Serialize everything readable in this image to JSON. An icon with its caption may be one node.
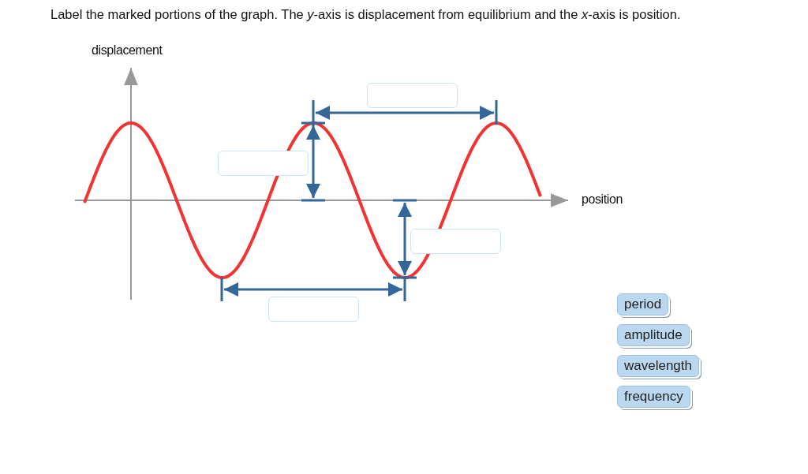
{
  "diagram": {
    "title": "Label the marked portions of the graph. The *y*-axis is displacement from equilibrium and the *x*-axis is position.",
    "nodes": [
      {
        "text": [],
        "shape": "box"
      },
      {
        "text": [],
        "shape": "box"
      },
      {
        "text": [],
        "shape": "box"
      },
      {
        "text": [],
        "shape": "box"
      },
      {
        "text": [
          "period"
        ]
      },
      {
        "text": [
          "amplitude"
        ]
      },
      {
        "text": [
          "wavelength"
        ]
      },
      {
        "text": [
          "frequency"
        ]
      }
    ],
    "labels": [
      "displacement",
      "position"
    ]
  }
}
